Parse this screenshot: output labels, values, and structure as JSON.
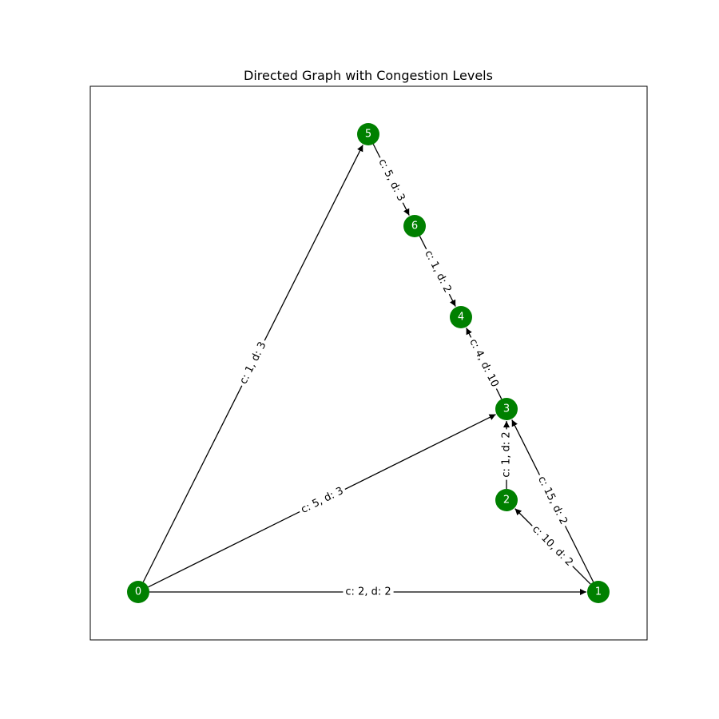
{
  "title": "Directed Graph with Congestion Levels",
  "colors": {
    "node_fill": "#008000",
    "node_label": "#ffffff",
    "edge": "#000000",
    "frame": "#000000",
    "background": "#ffffff"
  },
  "nodes": [
    {
      "id": "0",
      "label": "0"
    },
    {
      "id": "1",
      "label": "1"
    },
    {
      "id": "2",
      "label": "2"
    },
    {
      "id": "3",
      "label": "3"
    },
    {
      "id": "4",
      "label": "4"
    },
    {
      "id": "5",
      "label": "5"
    },
    {
      "id": "6",
      "label": "6"
    }
  ],
  "edges": [
    {
      "source": "0",
      "target": "1",
      "label": "c: 2, d: 2"
    },
    {
      "source": "0",
      "target": "3",
      "label": "c: 5, d: 3"
    },
    {
      "source": "0",
      "target": "5",
      "label": "c: 1, d: 3"
    },
    {
      "source": "1",
      "target": "2",
      "label": "c: 10, d: 2"
    },
    {
      "source": "1",
      "target": "3",
      "label": "c: 15, d: 2"
    },
    {
      "source": "2",
      "target": "3",
      "label": "c: 1, d: 2"
    },
    {
      "source": "3",
      "target": "4",
      "label": "c: 4, d: 10"
    },
    {
      "source": "5",
      "target": "6",
      "label": "c: 5, d: 3"
    },
    {
      "source": "6",
      "target": "4",
      "label": "c: 1, d: 2"
    }
  ]
}
